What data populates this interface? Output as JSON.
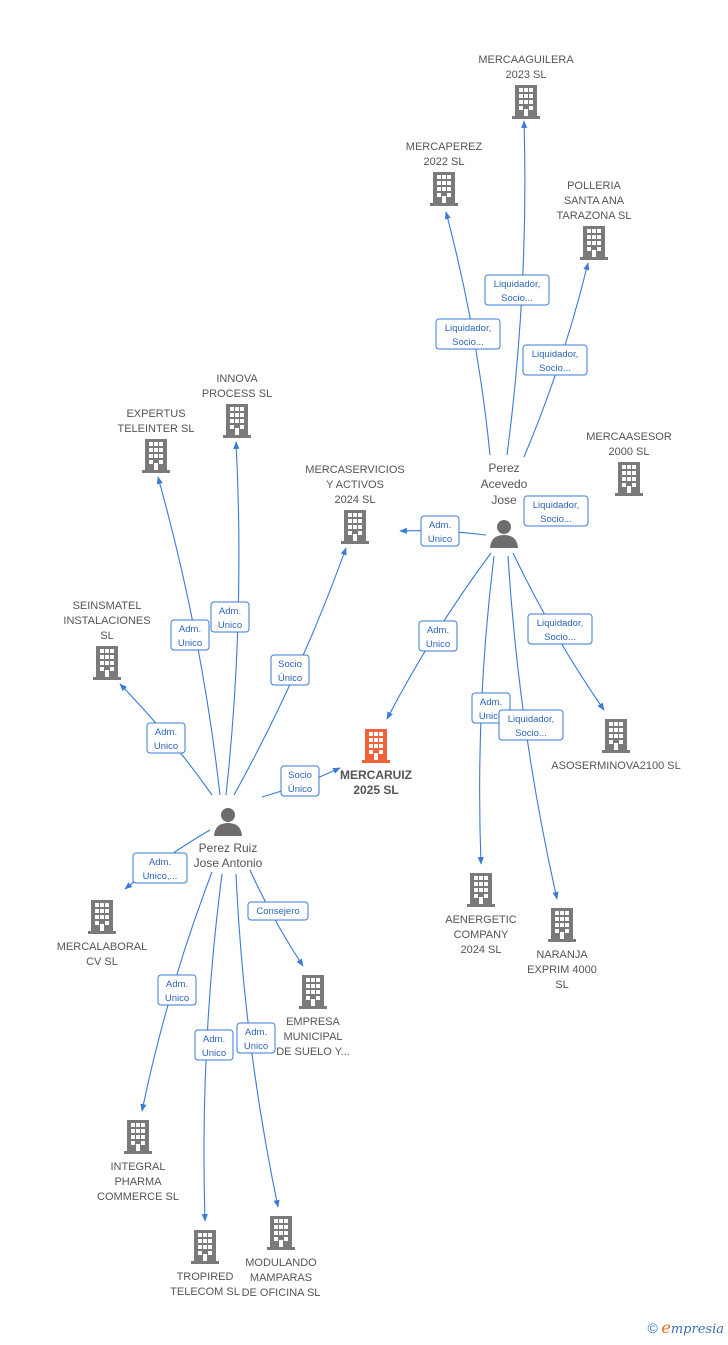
{
  "colors": {
    "edge": "#3a7bd5",
    "building": "#7a7a7a",
    "focus_building": "#f0623a",
    "person": "#6d6d6d"
  },
  "companies": [
    {
      "id": "mercaaguilera",
      "lines": [
        "MERCAAGUILERA",
        "2023  SL"
      ]
    },
    {
      "id": "mercaperez",
      "lines": [
        "MERCAPEREZ",
        "2022  SL"
      ]
    },
    {
      "id": "polleria",
      "lines": [
        "POLLERIA",
        "SANTA ANA",
        "TARAZONA  SL"
      ]
    },
    {
      "id": "mercaasesor",
      "lines": [
        "MERCAASESOR",
        "2000  SL"
      ]
    },
    {
      "id": "innova",
      "lines": [
        "INNOVA",
        "PROCESS  SL"
      ]
    },
    {
      "id": "expertus",
      "lines": [
        "EXPERTUS",
        "TELEINTER  SL"
      ]
    },
    {
      "id": "mercaservicios",
      "lines": [
        "MERCASERVICIOS",
        "Y ACTIVOS",
        "2024  SL"
      ]
    },
    {
      "id": "seinsmatel",
      "lines": [
        "SEINSMATEL",
        "INSTALACIONES",
        "SL"
      ]
    },
    {
      "id": "mercaruiz",
      "lines": [
        "MERCARUIZ",
        "2025  SL"
      ],
      "focus": true
    },
    {
      "id": "asoserminova",
      "lines": [
        "ASOSERMINOVA2100 SL"
      ]
    },
    {
      "id": "mercalaboral",
      "lines": [
        "MERCALABORAL",
        "CV  SL"
      ]
    },
    {
      "id": "aenergetic",
      "lines": [
        "AENERGETIC",
        "COMPANY",
        "2024  SL"
      ]
    },
    {
      "id": "naranja",
      "lines": [
        "NARANJA",
        "EXPRIM 4000",
        "SL"
      ]
    },
    {
      "id": "empresa",
      "lines": [
        "EMPRESA",
        "MUNICIPAL",
        "DE SUELO Y..."
      ]
    },
    {
      "id": "integral",
      "lines": [
        "INTEGRAL",
        "PHARMA",
        "COMMERCE  SL"
      ]
    },
    {
      "id": "tropired",
      "lines": [
        "TROPIRED",
        "TELECOM  SL"
      ]
    },
    {
      "id": "modulando",
      "lines": [
        "MODULANDO",
        "MAMPARAS",
        "DE OFICINA  SL"
      ]
    }
  ],
  "persons": [
    {
      "id": "perez_acevedo",
      "lines": [
        "Perez",
        "Acevedo",
        "Jose"
      ]
    },
    {
      "id": "perez_ruiz",
      "lines": [
        "Perez Ruiz",
        "Jose Antonio"
      ]
    }
  ],
  "edges": [
    {
      "from": "perez_acevedo",
      "to": "mercaaguilera",
      "label": [
        "Liquidador,",
        "Socio..."
      ]
    },
    {
      "from": "perez_acevedo",
      "to": "mercaperez",
      "label": [
        "Liquidador,",
        "Socio..."
      ]
    },
    {
      "from": "perez_acevedo",
      "to": "polleria",
      "label": [
        "Liquidador,",
        "Socio..."
      ]
    },
    {
      "from": "perez_acevedo",
      "to": "mercaasesor",
      "label": [
        "Liquidador,",
        "Socio..."
      ]
    },
    {
      "from": "perez_acevedo",
      "to": "mercaservicios",
      "label": [
        "Adm.",
        "Unico"
      ]
    },
    {
      "from": "perez_acevedo",
      "to": "mercaruiz",
      "label": [
        "Adm.",
        "Unico"
      ]
    },
    {
      "from": "perez_acevedo",
      "to": "asoserminova",
      "label": [
        "Liquidador,",
        "Socio..."
      ]
    },
    {
      "from": "perez_acevedo",
      "to": "aenergetic",
      "label": [
        "Adm.",
        "Unico"
      ]
    },
    {
      "from": "perez_acevedo",
      "to": "naranja",
      "label": [
        "Liquidador,",
        "Socio..."
      ]
    },
    {
      "from": "perez_ruiz",
      "to": "innova",
      "label": [
        "Adm.",
        "Unico"
      ]
    },
    {
      "from": "perez_ruiz",
      "to": "expertus",
      "label": [
        "Adm.",
        "Unico"
      ]
    },
    {
      "from": "perez_ruiz",
      "to": "mercaservicios",
      "label": [
        "Socio",
        "Único"
      ]
    },
    {
      "from": "perez_ruiz",
      "to": "seinsmatel",
      "label": [
        "Adm.",
        "Unico"
      ]
    },
    {
      "from": "perez_ruiz",
      "to": "mercaruiz",
      "label": [
        "Socio",
        "Único"
      ]
    },
    {
      "from": "perez_ruiz",
      "to": "mercalaboral",
      "label": [
        "Adm.",
        "Unico,..."
      ]
    },
    {
      "from": "perez_ruiz",
      "to": "empresa",
      "label": [
        "Consejero"
      ]
    },
    {
      "from": "perez_ruiz",
      "to": "integral",
      "label": [
        "Adm.",
        "Unico"
      ]
    },
    {
      "from": "perez_ruiz",
      "to": "tropired",
      "label": [
        "Adm.",
        "Unico"
      ]
    },
    {
      "from": "perez_ruiz",
      "to": "modulando",
      "label": [
        "Adm.",
        "Unico"
      ]
    }
  ],
  "footer": {
    "copyright": "©",
    "brand_e": "e",
    "brand_rest": "mpresia"
  }
}
